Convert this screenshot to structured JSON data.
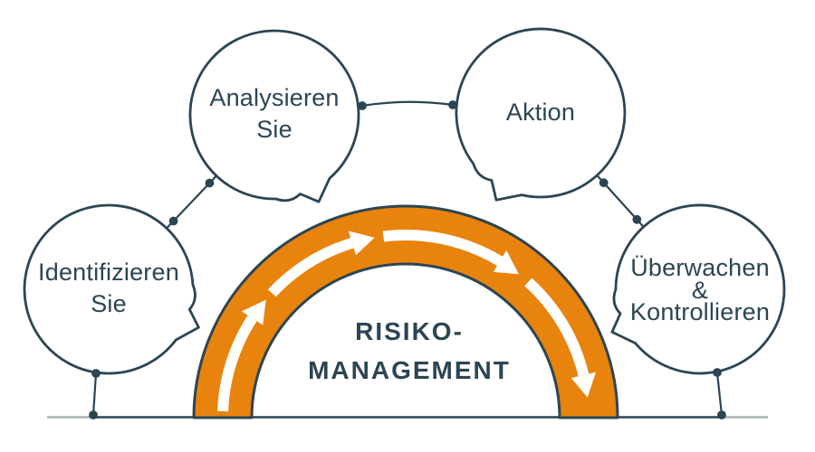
{
  "diagram": {
    "center_title": {
      "line1": "RISIKO-",
      "line2": "MANAGEMENT"
    },
    "bubbles": [
      {
        "name": "identify",
        "lines": [
          "Identifizieren",
          "Sie"
        ]
      },
      {
        "name": "analyze",
        "lines": [
          "Analysieren",
          "Sie"
        ]
      },
      {
        "name": "action",
        "lines": [
          "Aktion"
        ]
      },
      {
        "name": "monitor",
        "lines": [
          "Überwachen",
          "&",
          "Kontrollieren"
        ]
      }
    ]
  },
  "colors": {
    "accent": "#E8830D",
    "dark": "#2C4553",
    "ground_tip": "#A9B2B6",
    "arrow": "#FFFFFF",
    "bubble_fill": "#FFFFFF",
    "background": "#FFFFFF"
  }
}
